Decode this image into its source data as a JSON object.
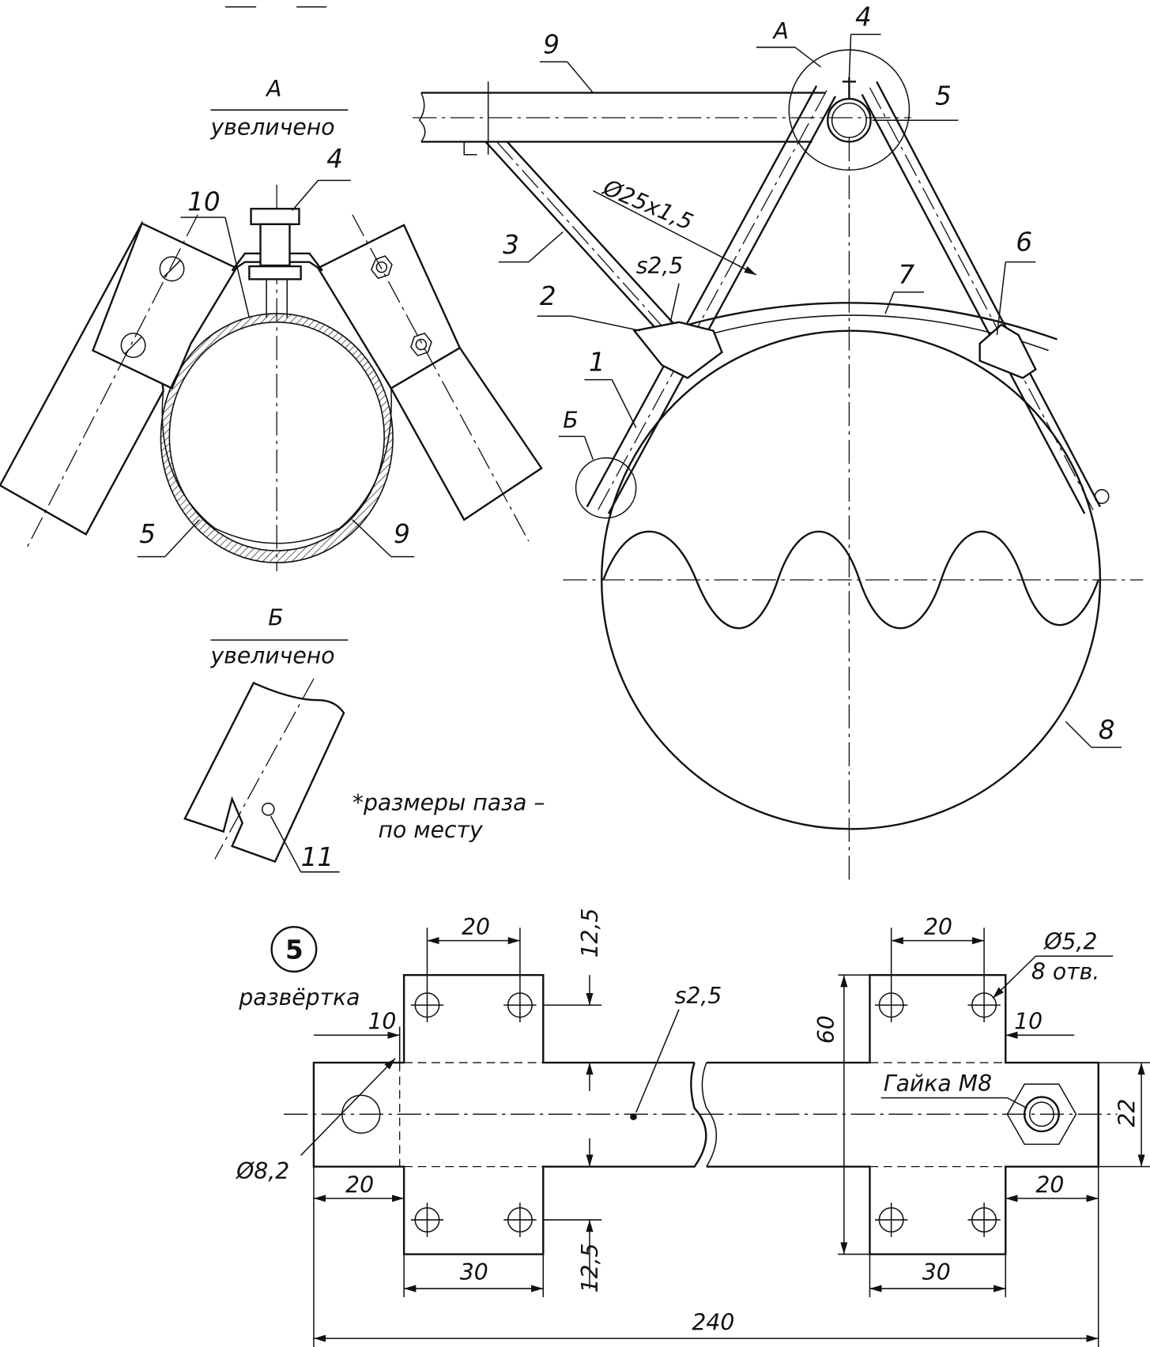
{
  "detail_a": {
    "title": "А",
    "subtitle": "увеличено",
    "callout_4": "4",
    "callout_10": "10",
    "callout_5": "5",
    "callout_9": "9"
  },
  "detail_b": {
    "title": "Б",
    "subtitle": "увеличено",
    "callout_11": "11",
    "note_line1": "*размеры паза –",
    "note_line2": "по месту"
  },
  "assembly": {
    "callout_9": "9",
    "view_a": "А",
    "callout_4": "4",
    "callout_5": "5",
    "tube_size": "Ø25x1,5",
    "thickness": "s2,5",
    "callout_3": "3",
    "callout_2": "2",
    "callout_7": "7",
    "callout_6": "6",
    "callout_1": "1",
    "view_b": "Б",
    "callout_8": "8"
  },
  "development": {
    "part_number": "5",
    "title": "развёртка",
    "dim_20_top_left": "20",
    "dim_12_5_top": "12,5",
    "thickness": "s2,5",
    "dim_20_top_right": "20",
    "hole_dia": "Ø5,2",
    "hole_count": "8 отв.",
    "dim_10_left": "10",
    "dim_10_right": "10",
    "dim_60": "60",
    "nut_label": "Гайка М8",
    "dim_22": "22",
    "big_hole_dia": "Ø8,2",
    "dim_20_bottom_left": "20",
    "dim_20_bottom_right": "20",
    "dim_30_left": "30",
    "dim_12_5_bottom": "12,5",
    "dim_30_right": "30",
    "dim_240": "240"
  }
}
